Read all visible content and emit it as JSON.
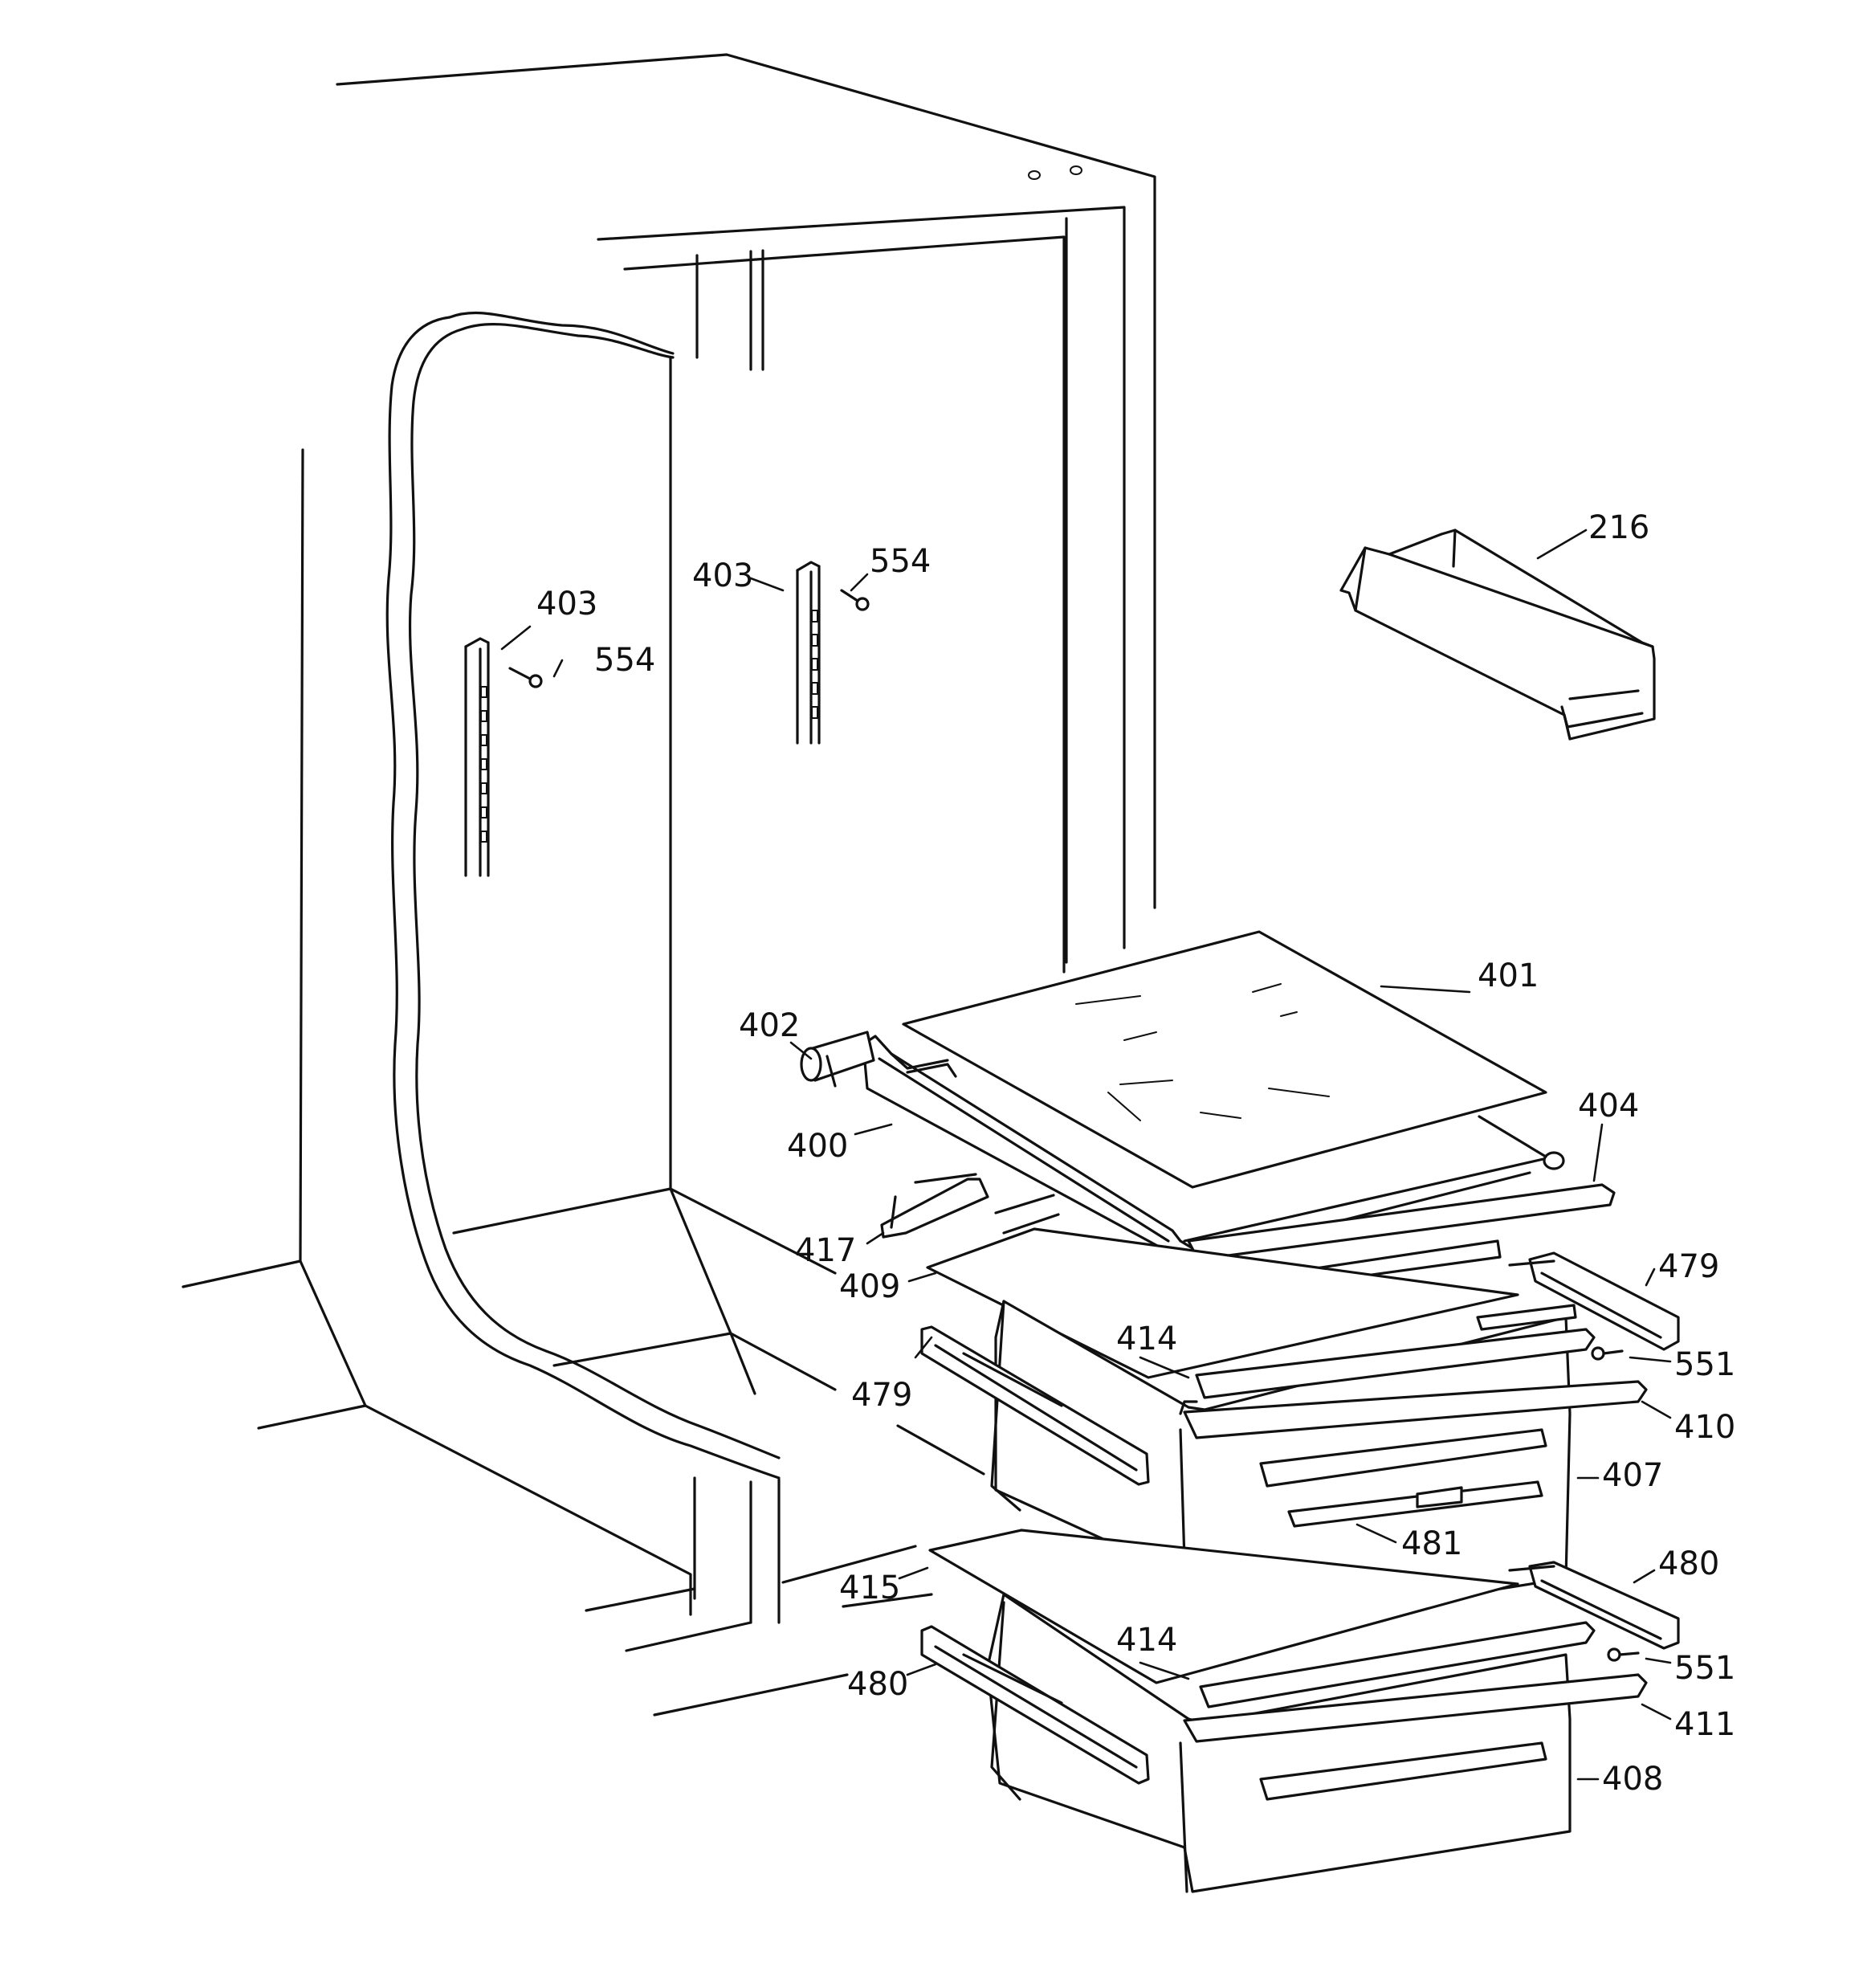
{
  "callouts": {
    "c216": "216",
    "c400": "400",
    "c401": "401",
    "c402": "402",
    "c403a": "403",
    "c403b": "403",
    "c404": "404",
    "c407": "407",
    "c408": "408",
    "c409": "409",
    "c410": "410",
    "c411": "411",
    "c414a": "414",
    "c414b": "414",
    "c415": "415",
    "c417": "417",
    "c479a": "479",
    "c479b": "479",
    "c480a": "480",
    "c480b": "480",
    "c481": "481",
    "c551a": "551",
    "c551b": "551",
    "c554a": "554",
    "c554b": "554"
  }
}
